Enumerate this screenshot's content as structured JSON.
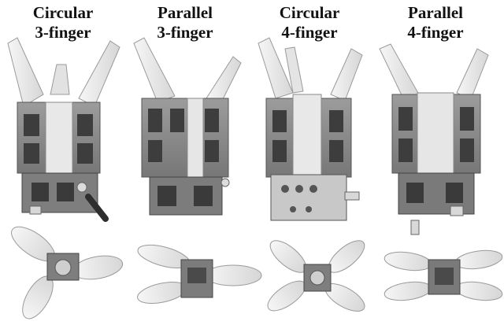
{
  "figure": {
    "columns": [
      {
        "line1": "Circular",
        "line2": "3-finger"
      },
      {
        "line1": "Parallel",
        "line2": "3-finger"
      },
      {
        "line1": "Circular",
        "line2": "4-finger"
      },
      {
        "line1": "Parallel",
        "line2": "4-finger"
      }
    ]
  },
  "colors": {
    "background": "#ffffff",
    "frame": "#8a8a8a",
    "frame_dark": "#4a4a4a",
    "finger": "#ececec",
    "finger_edge": "#9a9a9a",
    "tube": "#2e2e2e"
  }
}
